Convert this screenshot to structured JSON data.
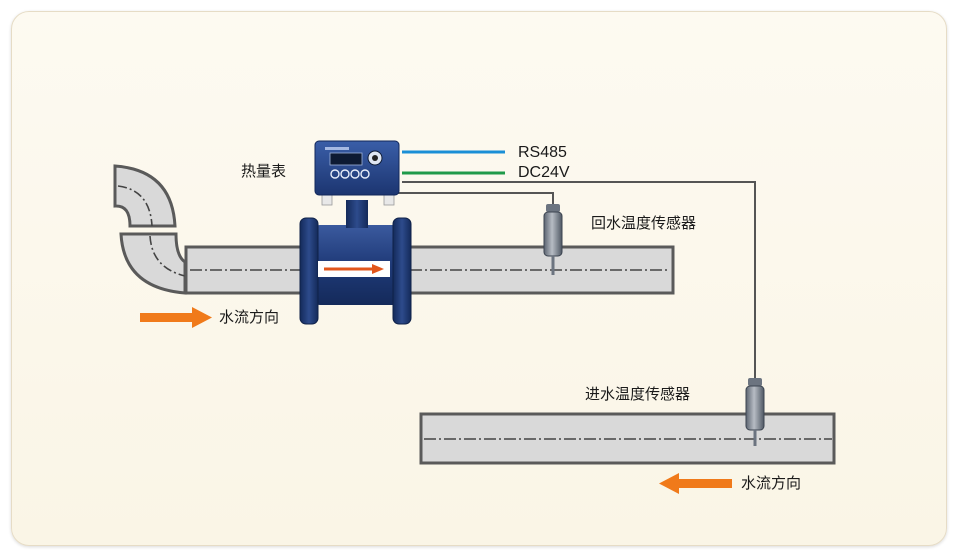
{
  "labels": {
    "heat_meter": "热量表",
    "rs485": "RS485",
    "dc24v": "DC24V",
    "return_sensor": "回水温度传感器",
    "supply_sensor": "进水温度传感器",
    "flow_dir_top": "水流方向",
    "flow_dir_bottom": "水流方向"
  },
  "colors": {
    "pipe_fill": "#d9d9d9",
    "pipe_edge": "#5a5a5a",
    "meter_body": "#1f3a78",
    "rs485_line": "#1a8fd6",
    "dc24v_line": "#1f9a4a",
    "signal_line": "#555555",
    "arrow": "#f07a1a"
  }
}
